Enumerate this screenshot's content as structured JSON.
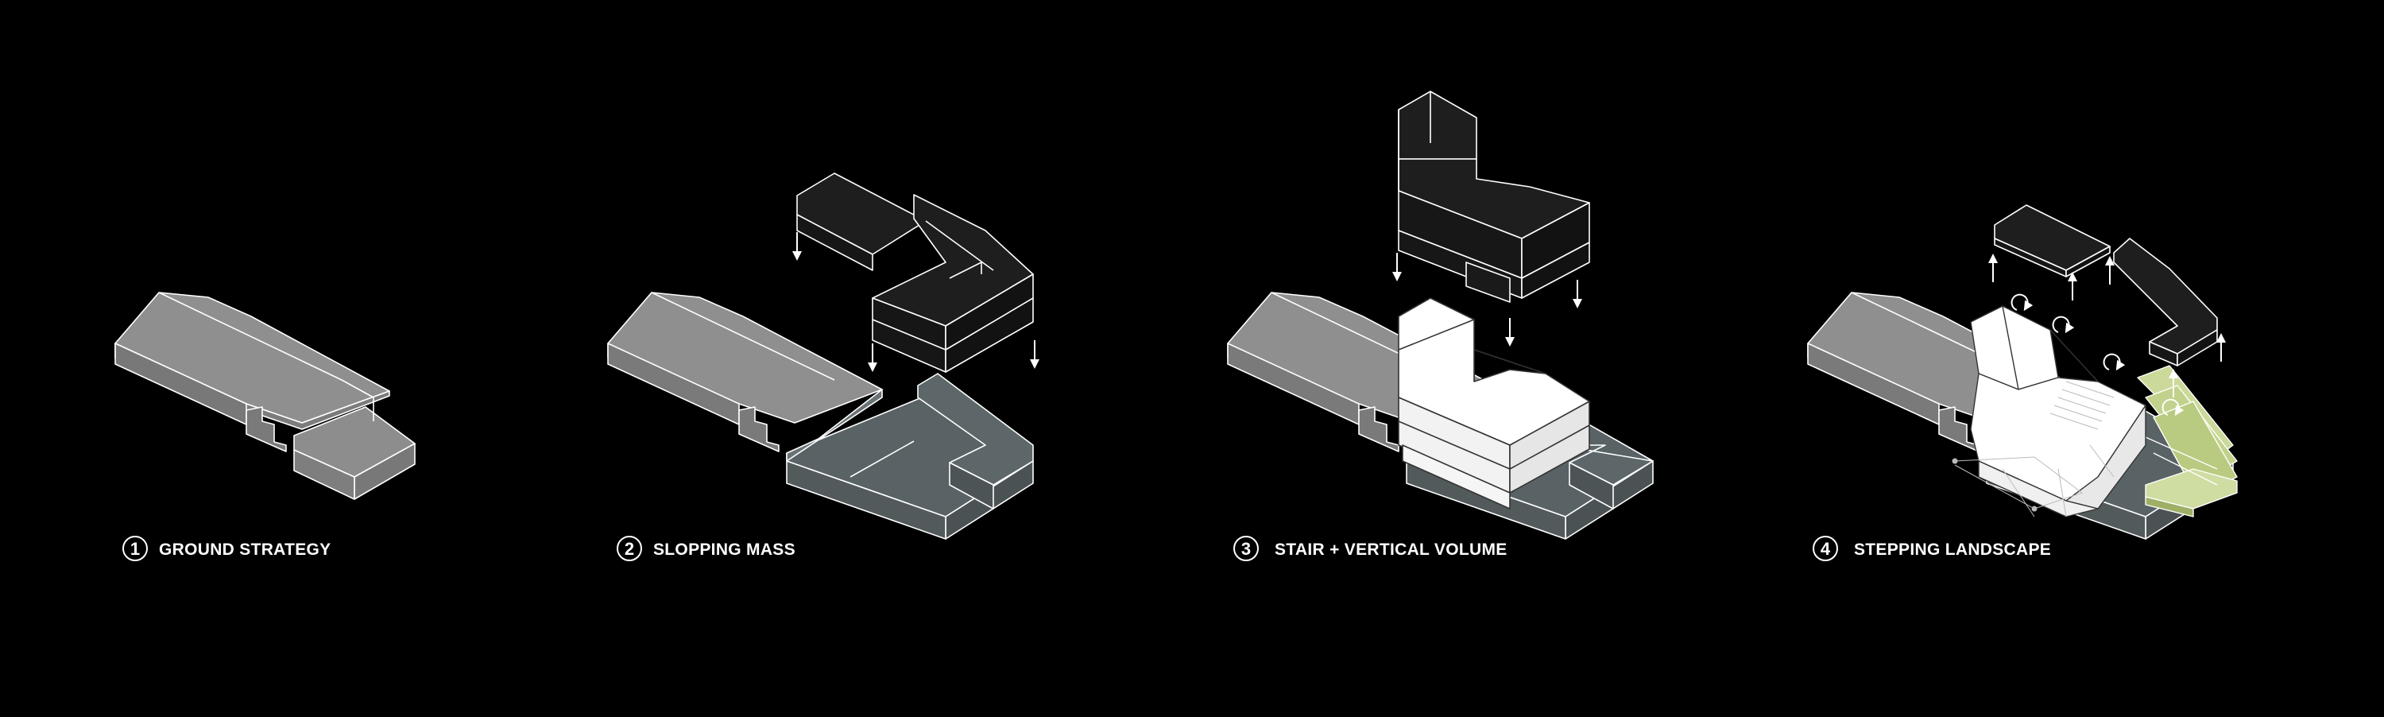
{
  "colors": {
    "background": "#000000",
    "existing_building": "#8a8a8a",
    "existing_building_top": "#9a9a9a",
    "ground_slab": "#5b6466",
    "ground_slab_light": "#6b7477",
    "dark_mass": "#222222",
    "white_volume": "#ffffff",
    "landscape_green": "#cbd99a",
    "stroke": "#ffffff"
  },
  "steps": [
    {
      "number": "1",
      "label": "GROUND STRATEGY"
    },
    {
      "number": "2",
      "label": "SLOPPING MASS"
    },
    {
      "number": "3",
      "label": "STAIR + VERTICAL VOLUME"
    },
    {
      "number": "4",
      "label": "STEPPING LANDSCAPE"
    }
  ]
}
